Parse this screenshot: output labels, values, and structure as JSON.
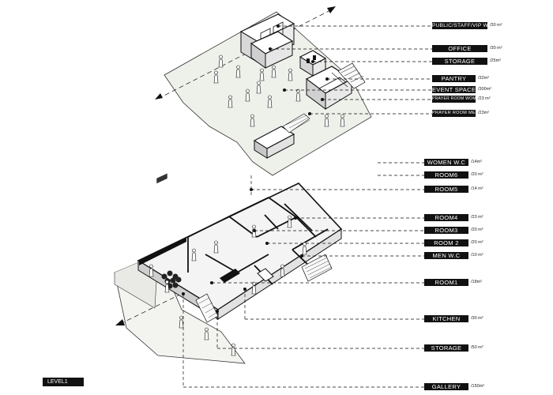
{
  "upper_level": {
    "labels": [
      {
        "id": "public_staff_wc",
        "text": "PUBLIC/STAFF/VIP W.C",
        "area": "/30 m²"
      },
      {
        "id": "office",
        "text": "OFFICE",
        "area": "/30 m²"
      },
      {
        "id": "storage",
        "text": "STORAGE",
        "area": "/25m²"
      },
      {
        "id": "pantry",
        "text": "PANTRY",
        "area": "/32m²"
      },
      {
        "id": "event_space",
        "text": "EVENT SPACE",
        "area": "/300m²"
      },
      {
        "id": "prayer_women",
        "text": "PRAYER ROOM WOMEN",
        "area": "/23 m²"
      },
      {
        "id": "prayer_men",
        "text": "PRAYER ROOM MEN",
        "area": "/23m²"
      }
    ]
  },
  "lower_level": {
    "labels": [
      {
        "id": "women_wc",
        "text": "WOMEN W.C",
        "area": "/14m²"
      },
      {
        "id": "room6",
        "text": "ROOM6",
        "area": "/20 m²"
      },
      {
        "id": "room5",
        "text": "ROOM5",
        "area": "/14 m²"
      },
      {
        "id": "room4",
        "text": "ROOM4",
        "area": "/23 m²"
      },
      {
        "id": "room3",
        "text": "ROOM3",
        "area": "/20 m²"
      },
      {
        "id": "room2",
        "text": "ROOM 2",
        "area": "/20 m²"
      },
      {
        "id": "men_wc",
        "text": "MEN W.C",
        "area": "/10 m²"
      },
      {
        "id": "room1",
        "text": "ROOM1",
        "area": "/18m²"
      },
      {
        "id": "kitchen",
        "text": "KITCHEN",
        "area": "/30  m²"
      },
      {
        "id": "storage2",
        "text": "STORAGE",
        "area": "/50 m²"
      },
      {
        "id": "gallery",
        "text": "GALLERY",
        "area": "/150m²"
      }
    ]
  },
  "level_badge": "LEVEL1",
  "colors": {
    "ink": "#111111",
    "floor": "#eef0ea",
    "wall": "#ffffff",
    "lines": "#1a1a1a"
  }
}
